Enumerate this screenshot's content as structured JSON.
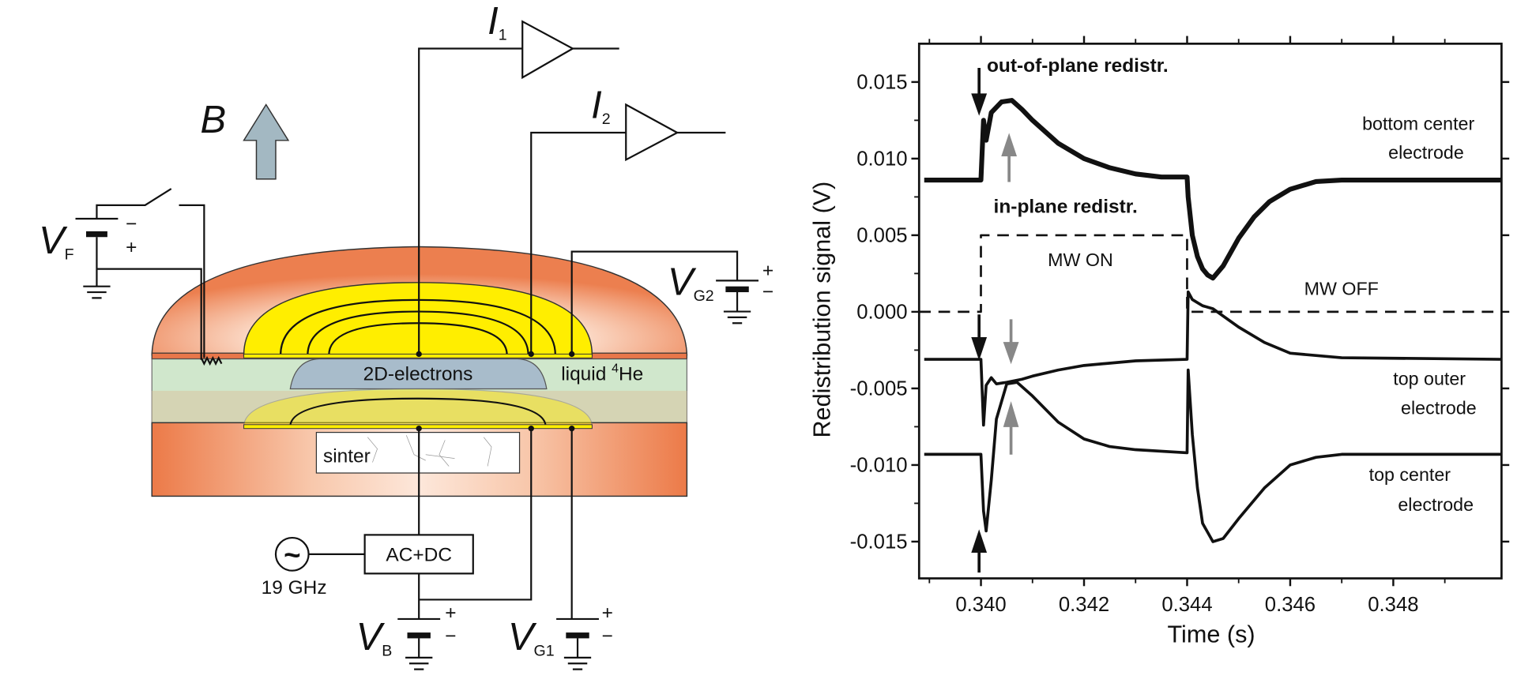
{
  "diagram": {
    "b_label": "B",
    "i1_label": "I",
    "i1_sub": "1",
    "i2_label": "I",
    "i2_sub": "2",
    "vf_label": "V",
    "vf_sub": "F",
    "vg2_label": "V",
    "vg2_sub": "G2",
    "vb_label": "V",
    "vb_sub": "B",
    "vg1_label": "V",
    "vg1_sub": "G1",
    "plus": "+",
    "minus": "−",
    "electrons_label": "2D-electrons",
    "liquid_label": "liquid ",
    "liquid_sup": "4",
    "liquid_he": "He",
    "sinter_label": "sinter",
    "acdc_label": "AC+DC",
    "source_symbol": "~",
    "freq_label": "19 GHz",
    "colors": {
      "copper": "#e8774a",
      "electrode": "#ffee00",
      "helium": "#c8e3c4",
      "electrons": "#a8bccb",
      "arrow": "#a3b8c2"
    }
  },
  "chart_data": {
    "type": "line",
    "title": "",
    "xlabel": "Time (s)",
    "ylabel": "Redistribution signal (V)",
    "xlim": [
      0.3388,
      0.3501
    ],
    "ylim": [
      -0.0174,
      0.0175
    ],
    "xticks": [
      0.34,
      0.342,
      0.344,
      0.346,
      0.348
    ],
    "xtick_labels": [
      "0.340",
      "0.342",
      "0.344",
      "0.346",
      "0.348"
    ],
    "yticks": [
      0.015,
      0.01,
      0.005,
      0.0,
      -0.005,
      -0.01,
      -0.015
    ],
    "ytick_labels": [
      "0.015",
      "0.010",
      "0.005",
      "0.000",
      "-0.005",
      "-0.010",
      "-0.015"
    ],
    "grid": false,
    "series": [
      {
        "name": "bottom center electrode",
        "style": "solid-thick",
        "x": [
          0.3389,
          0.3399,
          0.34,
          0.34005,
          0.3401,
          0.3402,
          0.3404,
          0.3406,
          0.3408,
          0.341,
          0.3415,
          0.342,
          0.3425,
          0.343,
          0.3435,
          0.344,
          0.34402,
          0.3441,
          0.3442,
          0.3443,
          0.3444,
          0.3445,
          0.3447,
          0.345,
          0.3453,
          0.3456,
          0.346,
          0.3465,
          0.347,
          0.3501
        ],
        "y": [
          0.0086,
          0.0086,
          0.0086,
          0.0125,
          0.0112,
          0.013,
          0.0137,
          0.0138,
          0.0132,
          0.0125,
          0.011,
          0.01,
          0.0094,
          0.009,
          0.0088,
          0.0088,
          0.0075,
          0.005,
          0.0036,
          0.0028,
          0.0024,
          0.0022,
          0.003,
          0.0048,
          0.0062,
          0.0072,
          0.008,
          0.0085,
          0.0086,
          0.0086
        ]
      },
      {
        "name": "top outer electrode",
        "style": "solid",
        "x": [
          0.3389,
          0.34,
          0.34005,
          0.3401,
          0.3402,
          0.3403,
          0.3405,
          0.3408,
          0.341,
          0.3415,
          0.342,
          0.343,
          0.344,
          0.34402,
          0.3441,
          0.3442,
          0.3443,
          0.3445,
          0.345,
          0.3455,
          0.346,
          0.347,
          0.3501
        ],
        "y": [
          -0.0031,
          -0.0031,
          -0.0074,
          -0.0048,
          -0.0043,
          -0.0047,
          -0.0046,
          -0.0044,
          -0.0042,
          -0.0038,
          -0.0035,
          -0.0032,
          -0.0031,
          0.0013,
          0.0008,
          0.0006,
          0.0004,
          0.0002,
          -0.001,
          -0.002,
          -0.0027,
          -0.003,
          -0.0031
        ]
      },
      {
        "name": "top center electrode",
        "style": "solid",
        "x": [
          0.3389,
          0.34,
          0.34005,
          0.3401,
          0.3402,
          0.3403,
          0.3405,
          0.3407,
          0.341,
          0.3415,
          0.342,
          0.3425,
          0.343,
          0.344,
          0.34402,
          0.3441,
          0.3442,
          0.3443,
          0.3445,
          0.3447,
          0.345,
          0.3455,
          0.346,
          0.3465,
          0.347,
          0.3501
        ],
        "y": [
          -0.0093,
          -0.0093,
          -0.013,
          -0.0143,
          -0.011,
          -0.007,
          -0.0047,
          -0.0046,
          -0.0055,
          -0.0072,
          -0.0083,
          -0.0088,
          -0.009,
          -0.0092,
          -0.0038,
          -0.008,
          -0.0115,
          -0.0138,
          -0.015,
          -0.0148,
          -0.0135,
          -0.0115,
          -0.01,
          -0.0095,
          -0.0093,
          -0.0093
        ]
      },
      {
        "name": "MW state",
        "style": "dashed",
        "x": [
          0.3388,
          0.34,
          0.34,
          0.344,
          0.344,
          0.3501
        ],
        "y": [
          0,
          0,
          0.005,
          0.005,
          0,
          0
        ]
      }
    ],
    "annotations": {
      "out_of_plane": "out-of-plane redistr.",
      "in_plane": "in-plane redistr.",
      "mw_on": "MW ON",
      "mw_off": "MW OFF",
      "bottom_center_1": "bottom center",
      "bottom_center_2": "electrode",
      "top_outer_1": "top outer",
      "top_outer_2": "electrode",
      "top_center_1": "top center",
      "top_center_2": "electrode"
    }
  }
}
